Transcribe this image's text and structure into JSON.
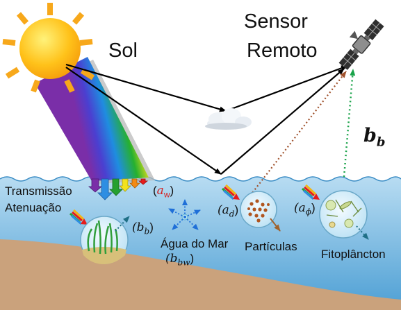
{
  "labels": {
    "sun": "Sol",
    "sensor_line1": "Sensor",
    "sensor_line2": "Remoto",
    "bb_symbol": "b",
    "bb_sub": "b",
    "transmission": "Transmissão",
    "attenuation": "Atenuação",
    "aw_open": "(",
    "aw_symbol": "a",
    "aw_sub": "w",
    "aw_close": ")",
    "bb_bottom": "(b",
    "bb_bottom_sub": "b",
    "bb_bottom_close": ")",
    "seawater": "Água do Mar",
    "bbw_open": "(b",
    "bbw_sub": "bw",
    "bbw_close": ")",
    "ad_open": "(a",
    "ad_sub": "d",
    "ad_close": ")",
    "particles": "Partículas",
    "aphi_open": "(a",
    "aphi_sub": "ϕ",
    "aphi_close": ")",
    "phyto": "Fitoplâncton"
  },
  "colors": {
    "sun": "#ffbb22",
    "sun_rays": "#f7a81b",
    "water_top": "#a8d4ee",
    "water_bottom": "#5aa8d8",
    "sand": "#caa27c",
    "arrow_black": "#000000",
    "arrow_green_dotted": "#1aa34a",
    "arrow_brown_dotted": "#a0522d",
    "red_symbol": "#d42020",
    "satellite": "#333333"
  },
  "icons": [
    "sun-icon",
    "cloud-icon",
    "satellite-icon",
    "seagrass-icon",
    "particles-icon",
    "phytoplankton-icon",
    "water-molecule-icon"
  ]
}
